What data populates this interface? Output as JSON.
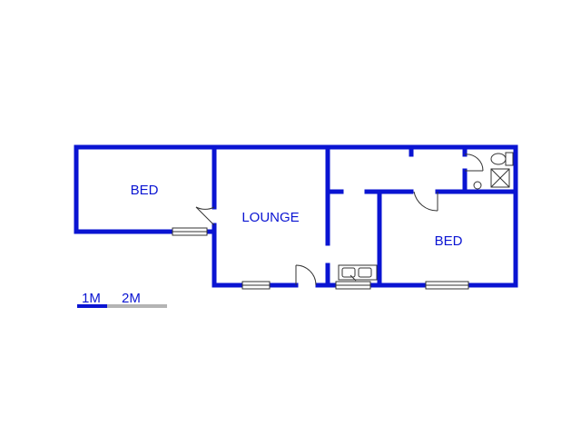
{
  "rooms": [
    {
      "id": "bed-left",
      "label": "BED"
    },
    {
      "id": "lounge",
      "label": "LOUNGE"
    },
    {
      "id": "bed-right",
      "label": "BED"
    }
  ],
  "scale": {
    "first_label": "1M",
    "second_label": "2M"
  },
  "colors": {
    "wall": "#0a14d2",
    "scale_segment_1": "#0a14d2",
    "scale_segment_2": "#b4b4b4",
    "fixture_stroke": "#333333"
  }
}
